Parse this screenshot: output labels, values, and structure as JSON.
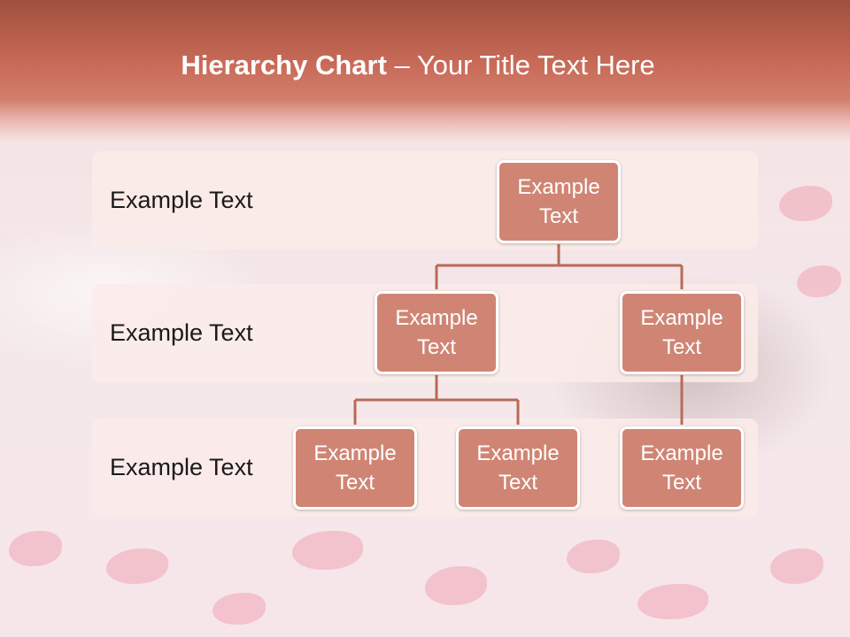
{
  "title": {
    "bold": "Hierarchy Chart",
    "separator": " – ",
    "rest": "Your Title Text Here"
  },
  "levels": [
    {
      "label": "Example Text"
    },
    {
      "label": "Example Text"
    },
    {
      "label": "Example Text"
    }
  ],
  "nodes": {
    "root": "Example Text",
    "level2_left": "Example Text",
    "level2_right": "Example Text",
    "level3_left": "Example Text",
    "level3_middle": "Example Text",
    "level3_right": "Example Text"
  },
  "colors": {
    "header": "#c86a57",
    "node_fill": "#d08574",
    "node_border": "#ffffff",
    "connector": "#b86a58",
    "band": "#faece9"
  }
}
